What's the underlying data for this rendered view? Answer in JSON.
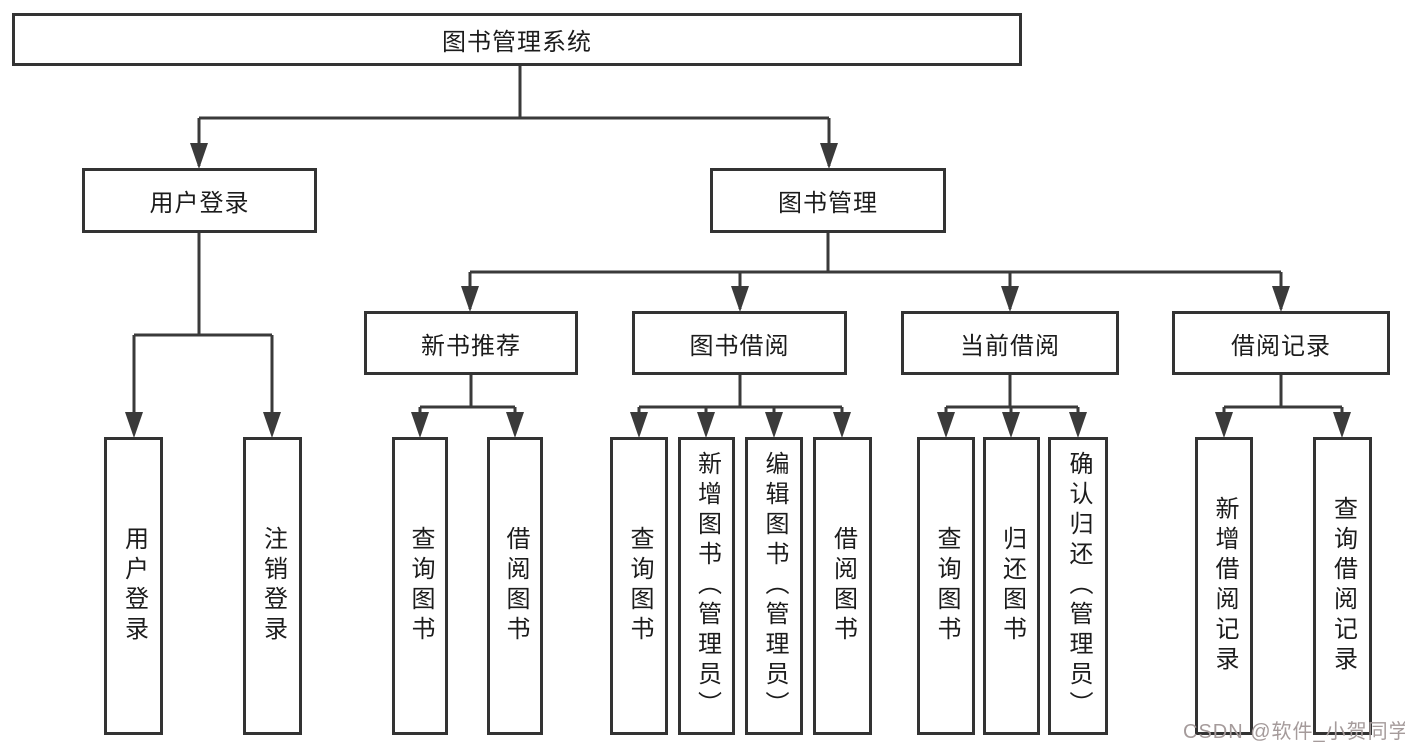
{
  "diagram": {
    "root": {
      "label": "图书管理系统"
    },
    "user_login": {
      "label": "用户登录",
      "children": {
        "login": {
          "label": "用户登录"
        },
        "logout": {
          "label": "注销登录"
        }
      }
    },
    "book_management": {
      "label": "图书管理",
      "children": {
        "new_book_recommend": {
          "label": "新书推荐",
          "children": {
            "query_books": {
              "label": "查询图书"
            },
            "borrow_books": {
              "label": "借阅图书"
            }
          }
        },
        "book_borrowing": {
          "label": "图书借阅",
          "children": {
            "query_books": {
              "label": "查询图书"
            },
            "add_books": {
              "label": "新增图书（管理员）"
            },
            "edit_books": {
              "label": "编辑图书（管理员）"
            },
            "borrow_books": {
              "label": "借阅图书"
            }
          }
        },
        "current_borrowing": {
          "label": "当前借阅",
          "children": {
            "query_books": {
              "label": "查询图书"
            },
            "return_books": {
              "label": "归还图书"
            },
            "confirm_return": {
              "label": "确认归还（管理员）"
            }
          }
        },
        "borrowing_records": {
          "label": "借阅记录",
          "children": {
            "add_record": {
              "label": "新增借阅记录"
            },
            "query_record": {
              "label": "查询借阅记录"
            }
          }
        }
      }
    }
  },
  "watermark": {
    "text": "CSDN @软件_小贺同学",
    "color": "#a59b9b"
  },
  "colors": {
    "line": "#3a3a3a",
    "box_border": "#333333",
    "text": "#1c1c1c",
    "background": "#ffffff"
  }
}
